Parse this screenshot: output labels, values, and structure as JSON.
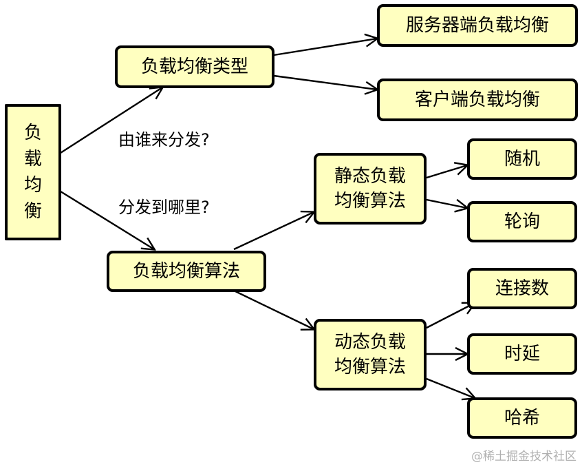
{
  "colors": {
    "node_fill": "#ffffc0",
    "node_border": "#000000",
    "edge": "#000000",
    "watermark": "#b0b0b0"
  },
  "nodes": {
    "root": "负\n载\n均\n衡",
    "types": "负载均衡类型",
    "server_side": "服务器端负载均衡",
    "client_side": "客户端负载均衡",
    "algorithms": "负载均衡算法",
    "static_algo": "静态负载\n均衡算法",
    "random": "随机",
    "round_robin": "轮询",
    "dynamic_algo": "动态负载\n均衡算法",
    "connections": "连接数",
    "latency": "时延",
    "hash": "哈希"
  },
  "edge_labels": {
    "who": "由谁来分发?",
    "where": "分发到哪里?"
  },
  "watermark": "@稀土掘金技术社区"
}
